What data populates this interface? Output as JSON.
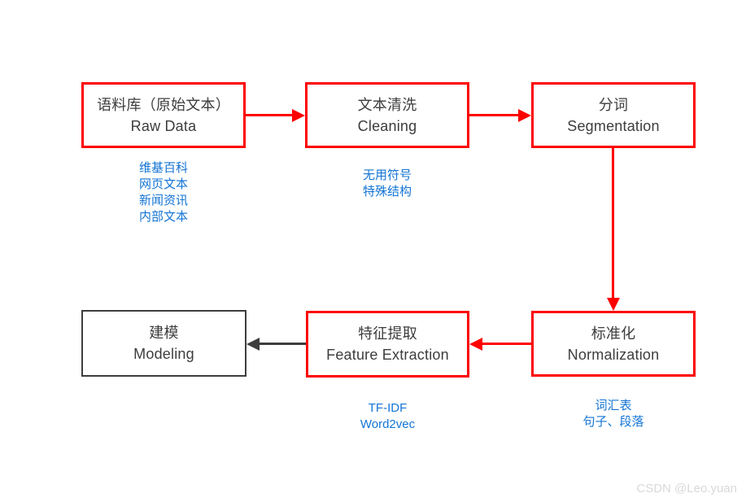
{
  "diagram": {
    "title": "NLP text processing pipeline flowchart",
    "colors": {
      "arrow_red": "#fe0000",
      "arrow_black": "#3d3d3d",
      "text_dark": "#3d3d3d",
      "text_blue": "#1374d4",
      "watermark": "#d9d9d9"
    },
    "boxes": [
      {
        "id": "raw-data",
        "zh": "语料库（原始文本）",
        "en": "Raw Data",
        "border": "red"
      },
      {
        "id": "cleaning",
        "zh": "文本清洗",
        "en": "Cleaning",
        "border": "red"
      },
      {
        "id": "segmentation",
        "zh": "分词",
        "en": "Segmentation",
        "border": "red"
      },
      {
        "id": "normalization",
        "zh": "标准化",
        "en": "Normalization",
        "border": "red"
      },
      {
        "id": "feature-extraction",
        "zh": "特征提取",
        "en": "Feature Extraction",
        "border": "red"
      },
      {
        "id": "modeling",
        "zh": "建模",
        "en": "Modeling",
        "border": "black"
      }
    ],
    "arrows": [
      {
        "from": "raw-data",
        "to": "cleaning",
        "color": "red",
        "direction": "right"
      },
      {
        "from": "cleaning",
        "to": "segmentation",
        "color": "red",
        "direction": "right"
      },
      {
        "from": "segmentation",
        "to": "normalization",
        "color": "red",
        "direction": "down"
      },
      {
        "from": "normalization",
        "to": "feature-extraction",
        "color": "red",
        "direction": "left"
      },
      {
        "from": "feature-extraction",
        "to": "modeling",
        "color": "black",
        "direction": "left"
      }
    ],
    "annotations": {
      "raw_data": [
        "维基百科",
        "网页文本",
        "新闻资讯",
        "内部文本"
      ],
      "cleaning": [
        "无用符号",
        "特殊结构"
      ],
      "feature_extraction": [
        "TF-IDF",
        "Word2vec"
      ],
      "normalization": [
        "词汇表",
        "句子、段落"
      ]
    },
    "watermark": "CSDN @Leo.yuan"
  }
}
